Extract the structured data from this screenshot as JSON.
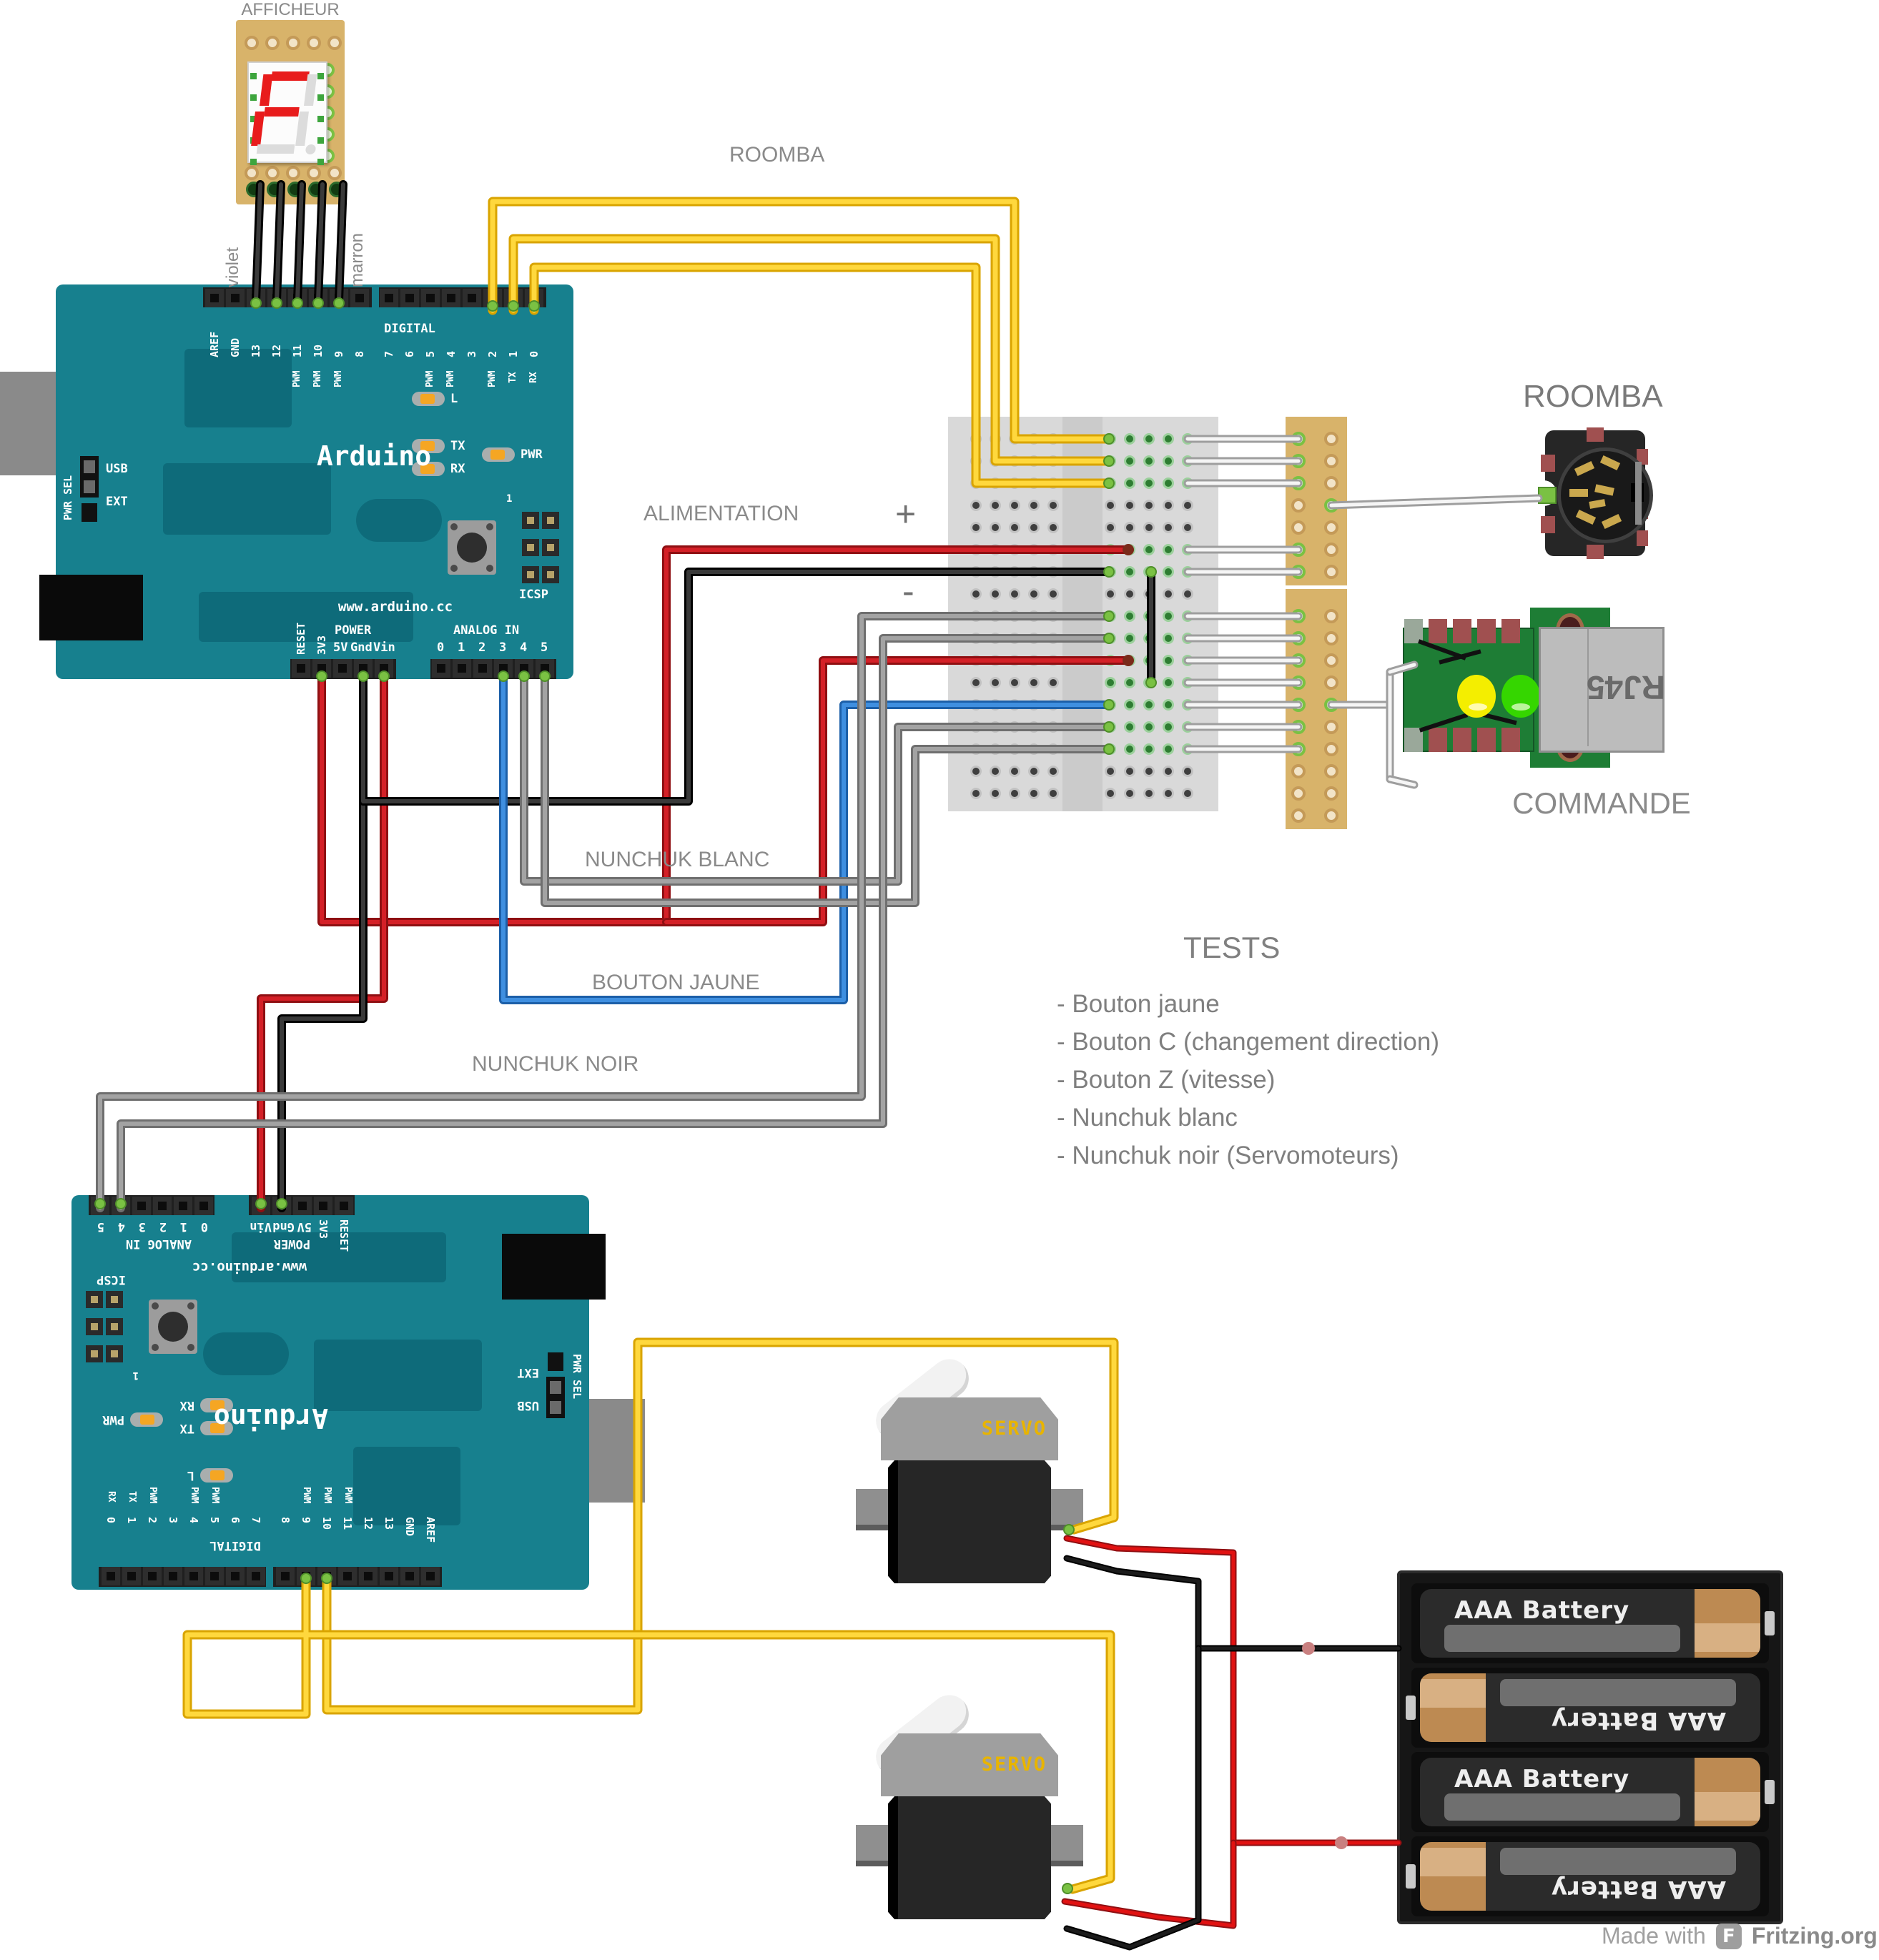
{
  "footer": {
    "made_with": "Made with",
    "brand": "Fritzing.org"
  },
  "tests": {
    "title": "TESTS",
    "items": [
      "- Bouton jaune",
      "- Bouton C (changement direction)",
      "- Bouton Z (vitesse)",
      "- Nunchuk blanc",
      "- Nunchuk noir (Servomoteurs)"
    ]
  },
  "wire_labels": {
    "roomba": "ROOMBA",
    "alimentation": "ALIMENTATION",
    "plus": "+",
    "minus": "-",
    "nunchuk_blanc": "NUNCHUK BLANC",
    "bouton_jaune": "BOUTON JAUNE",
    "nunchuk_noir": "NUNCHUK NOIR"
  },
  "component_labels": {
    "afficheur": "AFFICHEUR",
    "roomba_connector": "ROOMBA",
    "commande": "COMMANDE",
    "violet": "violet",
    "marron": "marron"
  },
  "arduino": {
    "brand": "Arduino",
    "url": "www.arduino.cc",
    "digital_pins": [
      "AREF",
      "GND",
      "13",
      "12",
      "11",
      "10",
      "9",
      "8",
      "7",
      "6",
      "5",
      "4",
      "3",
      "2",
      "1",
      "0"
    ],
    "digital_label": "DIGITAL",
    "pwm_label": "PWM",
    "tx_label": "TX",
    "rx_label": "RX",
    "power_pins": [
      "RESET",
      "3V3",
      "5V",
      "Gnd",
      "Vin"
    ],
    "power_label": "POWER",
    "analog_label": "ANALOG IN",
    "analog_pins": [
      "0",
      "1",
      "2",
      "3",
      "4",
      "5"
    ],
    "led_l": "L",
    "led_tx": "TX",
    "led_rx": "RX",
    "led_pwr": "PWR",
    "icsp": "ICSP",
    "icsp_one": "1",
    "pwr_sel": "PWR SEL",
    "usb": "USB",
    "ext": "EXT"
  },
  "servo": {
    "label": "SERVO"
  },
  "battery": {
    "label": "AAA Battery",
    "count": 4
  },
  "rj45": {
    "label": "RJ45"
  },
  "display": {
    "digit": "F"
  },
  "colors": {
    "wire_yellow": "#ffd83d",
    "wire_red": "#d42027",
    "wire_black": "#3a3a3a",
    "wire_gray": "#a3a3a3",
    "wire_blue": "#3f8fe0",
    "wire_white": "#f5f5f5",
    "board_teal": "#17808e",
    "breadboard": "#d9d9d9",
    "perfboard": "#d8b36a",
    "pcb_green": "#1e7d35",
    "led_yellow": "#f4ee00",
    "led_green": "#35d600",
    "seg_red": "#e81c1c"
  }
}
